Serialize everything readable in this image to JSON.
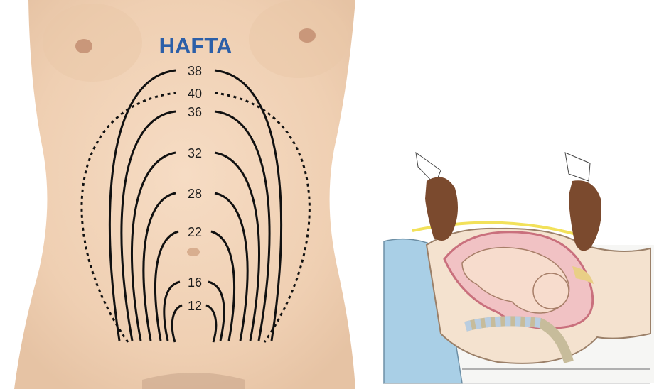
{
  "diagram": {
    "title": "HAFTA",
    "fundal_height_weeks": [
      {
        "week": "38",
        "line": "solid"
      },
      {
        "week": "40",
        "line": "dashed"
      },
      {
        "week": "36",
        "line": "solid"
      },
      {
        "week": "32",
        "line": "solid"
      },
      {
        "week": "28",
        "line": "solid"
      },
      {
        "week": "22",
        "line": "solid"
      },
      {
        "week": "16",
        "line": "solid"
      },
      {
        "week": "12",
        "line": "solid"
      }
    ]
  },
  "colors": {
    "title": "#2c5fa8",
    "skin": "#f3d6bd",
    "curve": "#111111",
    "tape": "#f2e15a",
    "uterus": "#e7a1aa",
    "sheet": "#a9cfe6",
    "hand": "#7b4a2e"
  }
}
